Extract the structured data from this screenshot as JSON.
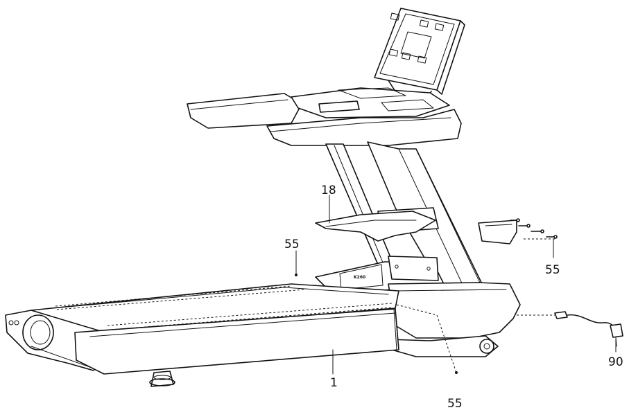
{
  "callouts": {
    "part_18": "18",
    "part_55_left": "55",
    "part_55_right": "55",
    "part_55_bottom": "55",
    "part_1": "1",
    "part_90": "90"
  },
  "model_mark": "K260"
}
